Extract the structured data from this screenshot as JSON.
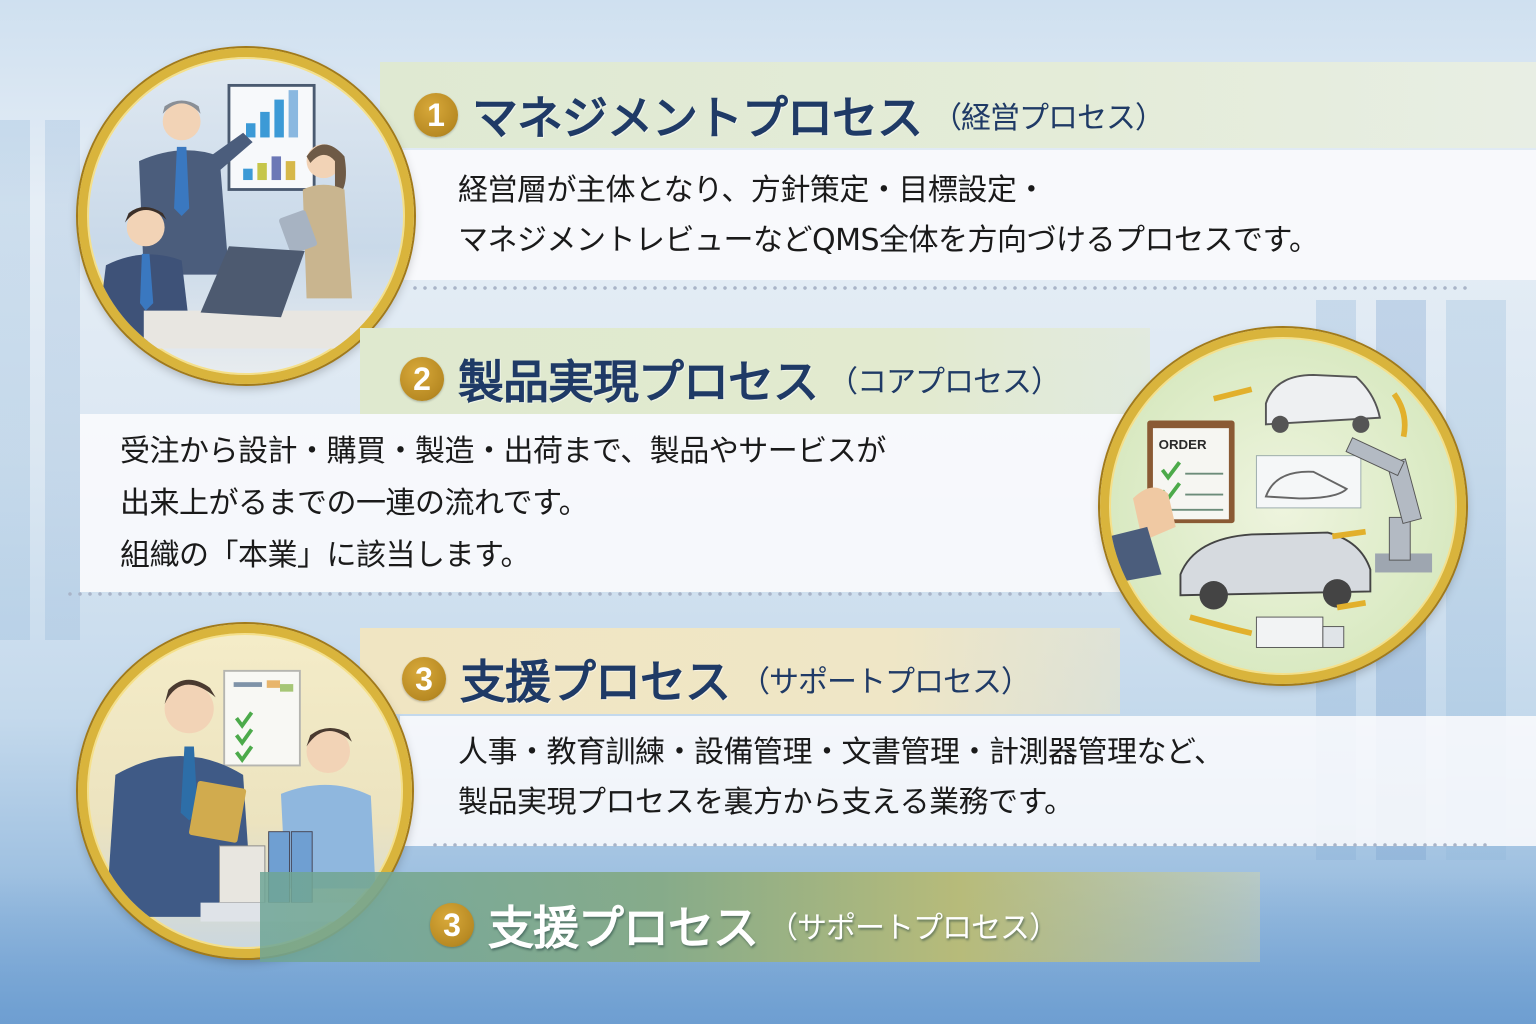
{
  "sections": [
    {
      "number": "1",
      "title": "マネジメントプロセス",
      "subtitle": "（経営プロセス）",
      "body_lines": [
        "経営層が主体となり、方針策定・目標設定・",
        "マネジメントレビューなどQMS全体を方向づけるプロセスです。"
      ],
      "illustration": "management-meeting-illustration"
    },
    {
      "number": "2",
      "title": "製品実現プロセス",
      "subtitle": "（コアプロセス）",
      "body_lines": [
        "受注から設計・購買・製造・出荷まで、製品やサービスが",
        "出来上がるまでの一連の流れです。",
        "組織の「本業」に該当します。"
      ],
      "illustration": "product-realization-flow-illustration",
      "illustration_labels": {
        "order_clipboard": "ORDER"
      }
    },
    {
      "number": "3",
      "title": "支援プロセス",
      "subtitle": "（サポートプロセス）",
      "body_lines": [
        "人事・教育訓練・設備管理・文書管理・計測器管理など、",
        "製品実現プロセスを裏方から支える業務です。"
      ],
      "illustration": "support-staff-illustration"
    },
    {
      "number": "3",
      "title": "支援プロセス",
      "subtitle": "（サポートプロセス）"
    }
  ],
  "colors": {
    "heading": "#1f3a66",
    "badge_gold": "#b88a23",
    "frame_gold": "#d9b43c",
    "body_text": "#1a1a1a"
  }
}
